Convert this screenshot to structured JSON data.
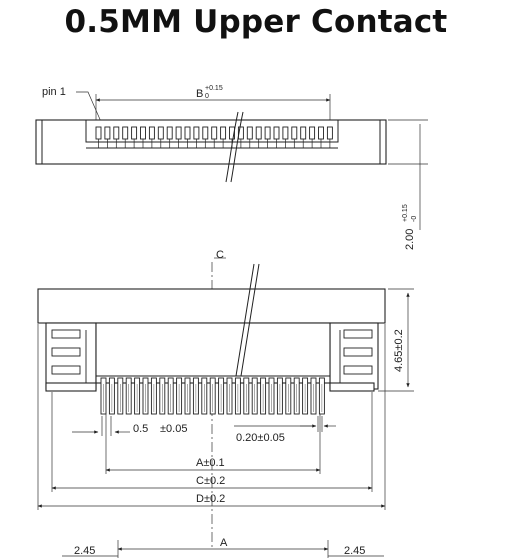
{
  "title": "0.5MM Upper Contact",
  "labels": {
    "pin1": "pin  1",
    "b_dim": "B",
    "b_tol_upper": "+0.15",
    "b_tol_lower": "0",
    "height_dim": "2.00",
    "height_tol_upper": "+0.15",
    "height_tol_lower": "-0",
    "centerline": "C",
    "height2": "4.65±0.2",
    "pitch": "0.5",
    "pitch_tol": "±0.05",
    "pin_width": "0.20±0.05",
    "a_dim": "A±0.1",
    "c_dim": "C±0.2",
    "d_dim": "D±0.2",
    "bottom_a": "A",
    "left_245": "2.45",
    "right_245": "2.45"
  }
}
